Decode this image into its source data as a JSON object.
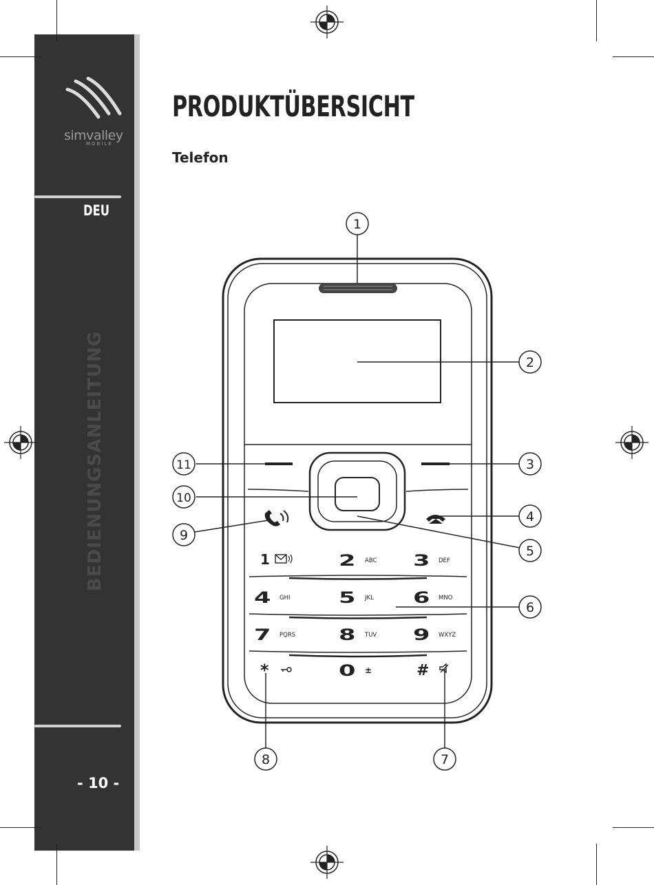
{
  "sidebar": {
    "brand": "simvalley",
    "brand_sub": "MOBILE",
    "language": "DEU",
    "vertical_label": "BEDIENUNGSANLEITUNG",
    "page_number": "- 10 -"
  },
  "main": {
    "title": "PRODUKTÜBERSICHT",
    "subtitle": "Telefon"
  },
  "diagram": {
    "callouts": [
      "1",
      "2",
      "3",
      "4",
      "5",
      "6",
      "7",
      "8",
      "9",
      "10",
      "11"
    ],
    "keys": [
      {
        "digit": "1",
        "letters": ""
      },
      {
        "digit": "2",
        "letters": "ABC"
      },
      {
        "digit": "3",
        "letters": "DEF"
      },
      {
        "digit": "4",
        "letters": "GHI"
      },
      {
        "digit": "5",
        "letters": "JKL"
      },
      {
        "digit": "6",
        "letters": "MNO"
      },
      {
        "digit": "7",
        "letters": "PQRS"
      },
      {
        "digit": "8",
        "letters": "TUV"
      },
      {
        "digit": "9",
        "letters": "WXYZ"
      },
      {
        "digit": "*",
        "letters": ""
      },
      {
        "digit": "0",
        "letters": "±"
      },
      {
        "digit": "#",
        "letters": ""
      }
    ],
    "icons": [
      "envelope-icon",
      "key-icon",
      "mute-speaker-icon",
      "call-icon",
      "hangup-icon"
    ]
  }
}
